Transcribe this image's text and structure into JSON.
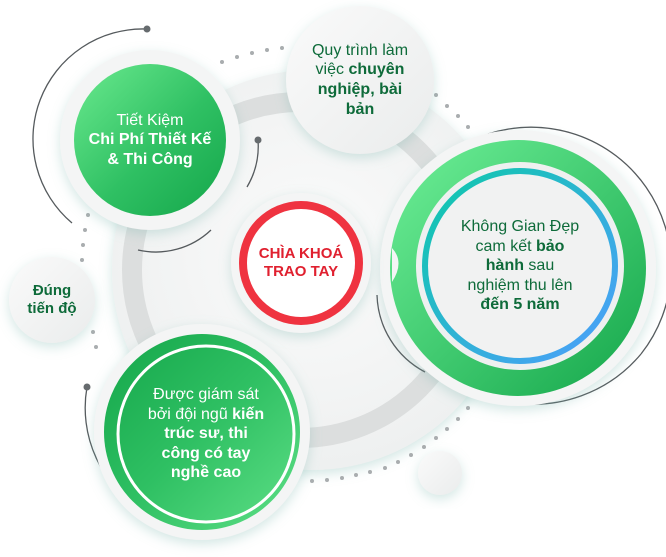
{
  "diagram": {
    "center": {
      "lines": [
        "CHÌA KHOÁ",
        "TRAO TAY"
      ],
      "color": "#e0202f",
      "ring_color": "#ef3340"
    },
    "nodes": [
      {
        "id": "cost-saving",
        "lines": [
          {
            "text": "Tiết Kiệm",
            "bold": false
          },
          {
            "text": "Chi Phí Thiết Kế",
            "bold": true
          },
          {
            "text": "& Thi Công",
            "bold": true
          }
        ],
        "fill": "#22b455",
        "text_color": "#ffffff"
      },
      {
        "id": "professional-process",
        "lines": [
          {
            "parts": [
              {
                "text": "Quy trình làm",
                "bold": false
              }
            ]
          },
          {
            "parts": [
              {
                "text": "việc ",
                "bold": false
              },
              {
                "text": "chuyên",
                "bold": true
              }
            ]
          },
          {
            "parts": [
              {
                "text": "nghiệp, bài",
                "bold": true
              }
            ]
          },
          {
            "parts": [
              {
                "text": "bản",
                "bold": true
              }
            ]
          }
        ],
        "fill": "#f1f2f2",
        "text_color": "#0e6b3a"
      },
      {
        "id": "warranty",
        "lines": [
          {
            "parts": [
              {
                "text": "Không Gian Đẹp",
                "bold": false
              }
            ]
          },
          {
            "parts": [
              {
                "text": "cam kết ",
                "bold": false
              },
              {
                "text": "bảo",
                "bold": true
              }
            ]
          },
          {
            "parts": [
              {
                "text": "hành",
                "bold": true
              },
              {
                "text": " sau",
                "bold": false
              }
            ]
          },
          {
            "parts": [
              {
                "text": "nghiệm thu lên",
                "bold": false
              }
            ]
          },
          {
            "parts": [
              {
                "text": "đến 5 năm",
                "bold": true
              }
            ]
          }
        ],
        "fill": "#f1f2f2",
        "ring_gradient": [
          "#6bea8f",
          "#1aa74f"
        ],
        "inner_ring_gradient": [
          "#0ccaa8",
          "#4f9dff"
        ],
        "text_color": "#0e6b3a"
      },
      {
        "id": "on-schedule",
        "lines": [
          {
            "parts": [
              {
                "text": "Đúng",
                "bold": true
              }
            ]
          },
          {
            "parts": [
              {
                "text": "tiến độ",
                "bold": true
              }
            ]
          }
        ],
        "fill": "#f1f2f2",
        "text_color": "#0e6b3a"
      },
      {
        "id": "supervision",
        "lines": [
          {
            "parts": [
              {
                "text": "Được giám sát",
                "bold": false
              }
            ]
          },
          {
            "parts": [
              {
                "text": "bởi đội ngũ ",
                "bold": false
              },
              {
                "text": "kiến",
                "bold": true
              }
            ]
          },
          {
            "parts": [
              {
                "text": "trúc sư, thi",
                "bold": true
              }
            ]
          },
          {
            "parts": [
              {
                "text": "công có tay",
                "bold": true
              }
            ]
          },
          {
            "parts": [
              {
                "text": "nghề cao",
                "bold": true
              }
            ]
          }
        ],
        "fill": "#22b455",
        "text_color": "#ffffff"
      }
    ],
    "colors": {
      "green_dark": "#0e6b3a",
      "green_fill": "#22b455",
      "green_light": "#6bea8f",
      "red": "#e0202f",
      "gray_track": "#dcdede",
      "dot_gray": "#a9adaf",
      "arc_dark": "#555a5d"
    }
  }
}
